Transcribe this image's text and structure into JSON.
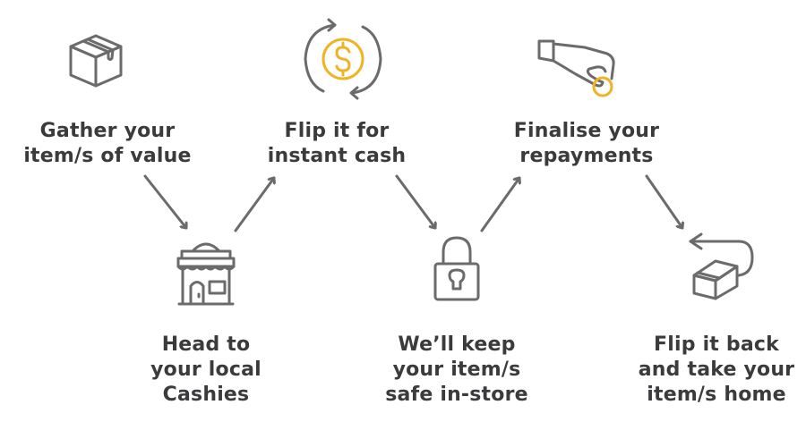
{
  "colors": {
    "icon_stroke": "#6b6b6b",
    "accent": "#f0b324",
    "text": "#3b3b3d",
    "arrow": "#6b6b6b"
  },
  "steps": [
    {
      "id": 1,
      "icon": "box-icon",
      "lines": [
        "Gather your",
        "item/s of value"
      ]
    },
    {
      "id": 2,
      "icon": "storefront-icon",
      "lines": [
        "Head to",
        "your local",
        "Cashies"
      ]
    },
    {
      "id": 3,
      "icon": "dollar-cycle-icon",
      "lines": [
        "Flip it for",
        "instant cash"
      ]
    },
    {
      "id": 4,
      "icon": "padlock-icon",
      "lines": [
        "We’ll keep",
        "your item/s",
        "safe in-store"
      ]
    },
    {
      "id": 5,
      "icon": "hand-coin-icon",
      "lines": [
        "Finalise your",
        "repayments"
      ]
    },
    {
      "id": 6,
      "icon": "box-return-icon",
      "lines": [
        "Flip it back",
        "and take your",
        "item/s home"
      ]
    }
  ],
  "flow": [
    {
      "from": 1,
      "to": 2
    },
    {
      "from": 2,
      "to": 3
    },
    {
      "from": 3,
      "to": 4
    },
    {
      "from": 4,
      "to": 5
    },
    {
      "from": 5,
      "to": 6
    }
  ]
}
